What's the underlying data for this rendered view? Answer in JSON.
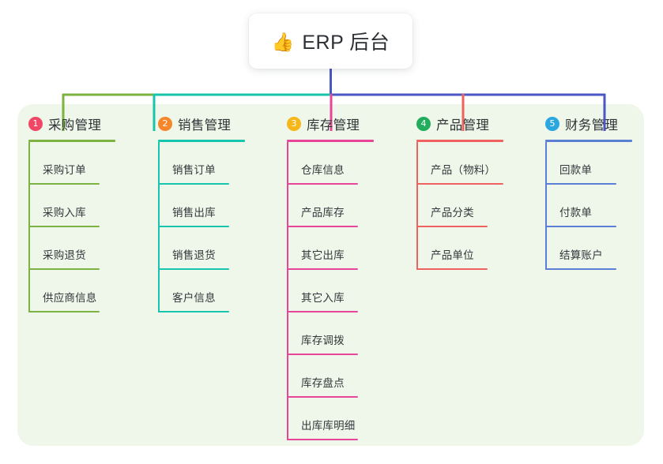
{
  "root": {
    "icon": "thumbs-up-emoji",
    "emoji": "👍",
    "title": "ERP 后台"
  },
  "palette": {
    "panel_background": "#eef7e9",
    "page_background": "#ffffff",
    "connector_green": "#7cb342",
    "connector_teal": "#17c4ac",
    "connector_blue": "#4a56c4",
    "connector_pink": "#e8449a",
    "connector_red": "#f0625f"
  },
  "columns": [
    {
      "index": "1",
      "badge_number": "1",
      "badge_color": "#ef4765",
      "accent_color": "#7cb342",
      "title": "采购管理",
      "items": [
        "采购订单",
        "采购入库",
        "采购退货",
        "供应商信息"
      ]
    },
    {
      "index": "2",
      "badge_number": "2",
      "badge_color": "#f5862b",
      "accent_color": "#17c4ac",
      "title": "销售管理",
      "items": [
        "销售订单",
        "销售出库",
        "销售退货",
        "客户信息"
      ]
    },
    {
      "index": "3",
      "badge_number": "3",
      "badge_color": "#f6b71a",
      "accent_color": "#e8449a",
      "title": "库存管理",
      "items": [
        "仓库信息",
        "产品库存",
        "其它出库",
        "其它入库",
        "库存调拨",
        "库存盘点",
        "出库库明细"
      ]
    },
    {
      "index": "4",
      "badge_number": "4",
      "badge_color": "#22ad5c",
      "accent_color": "#f0625f",
      "title": "产品管理",
      "items": [
        "产品（物料）",
        "产品分类",
        "产品单位"
      ]
    },
    {
      "index": "5",
      "badge_number": "5",
      "badge_color": "#2ba7e0",
      "accent_color": "#5b7fd4",
      "title": "财务管理",
      "items": [
        "回款单",
        "付款单",
        "结算账户"
      ]
    }
  ]
}
